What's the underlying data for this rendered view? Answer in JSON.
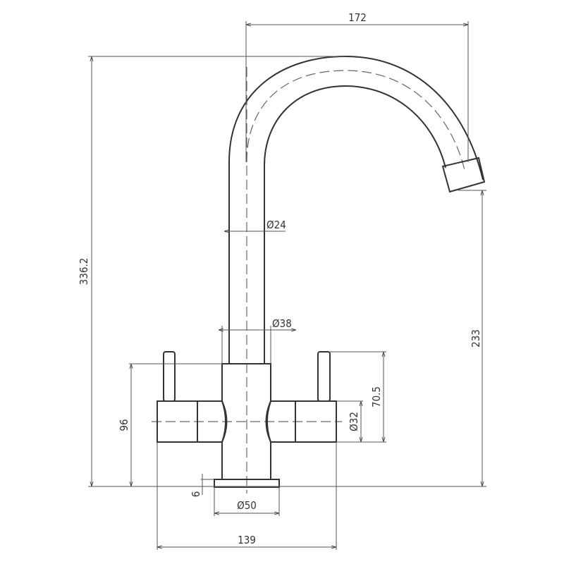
{
  "dimensions": {
    "spout_reach": "172",
    "total_height": "336.2",
    "spout_outlet_height": "233",
    "spout_diameter": "Ø24",
    "stem_diameter": "Ø38",
    "lever_height": "70.5",
    "handle_diameter": "Ø32",
    "body_height": "96",
    "base_thickness": "6",
    "base_diameter": "Ø50",
    "total_width": "139"
  },
  "colors": {
    "line": "#333333",
    "background": "#ffffff"
  }
}
